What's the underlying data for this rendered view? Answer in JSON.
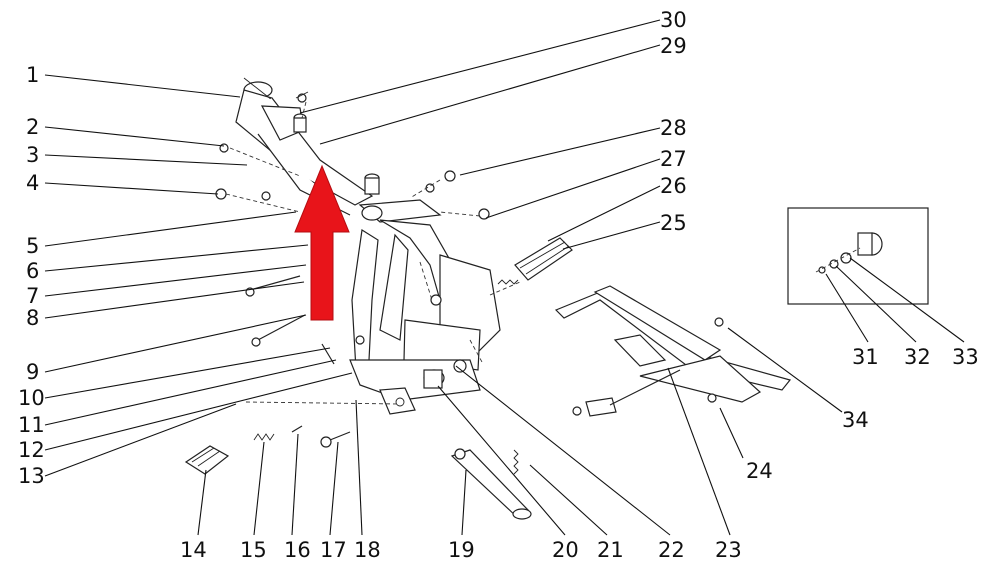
{
  "callouts": [
    {
      "id": "c1",
      "label": "1"
    },
    {
      "id": "c2",
      "label": "2"
    },
    {
      "id": "c3",
      "label": "3"
    },
    {
      "id": "c4",
      "label": "4"
    },
    {
      "id": "c5",
      "label": "5"
    },
    {
      "id": "c6",
      "label": "6"
    },
    {
      "id": "c7",
      "label": "7"
    },
    {
      "id": "c8",
      "label": "8"
    },
    {
      "id": "c9",
      "label": "9"
    },
    {
      "id": "c10",
      "label": "10"
    },
    {
      "id": "c11",
      "label": "11"
    },
    {
      "id": "c12",
      "label": "12"
    },
    {
      "id": "c13",
      "label": "13"
    },
    {
      "id": "c14",
      "label": "14"
    },
    {
      "id": "c15",
      "label": "15"
    },
    {
      "id": "c16",
      "label": "16"
    },
    {
      "id": "c17",
      "label": "17"
    },
    {
      "id": "c18",
      "label": "18"
    },
    {
      "id": "c19",
      "label": "19"
    },
    {
      "id": "c20",
      "label": "20"
    },
    {
      "id": "c21",
      "label": "21"
    },
    {
      "id": "c22",
      "label": "22"
    },
    {
      "id": "c23",
      "label": "23"
    },
    {
      "id": "c24",
      "label": "24"
    },
    {
      "id": "c25",
      "label": "25"
    },
    {
      "id": "c26",
      "label": "26"
    },
    {
      "id": "c27",
      "label": "27"
    },
    {
      "id": "c28",
      "label": "28"
    },
    {
      "id": "c29",
      "label": "29"
    },
    {
      "id": "c30",
      "label": "30"
    },
    {
      "id": "c31",
      "label": "31"
    },
    {
      "id": "c32",
      "label": "32"
    },
    {
      "id": "c33",
      "label": "33"
    },
    {
      "id": "c34",
      "label": "34"
    }
  ],
  "colors": {
    "line": "#111111",
    "arrow": "#e8141a",
    "background": "#ffffff"
  }
}
